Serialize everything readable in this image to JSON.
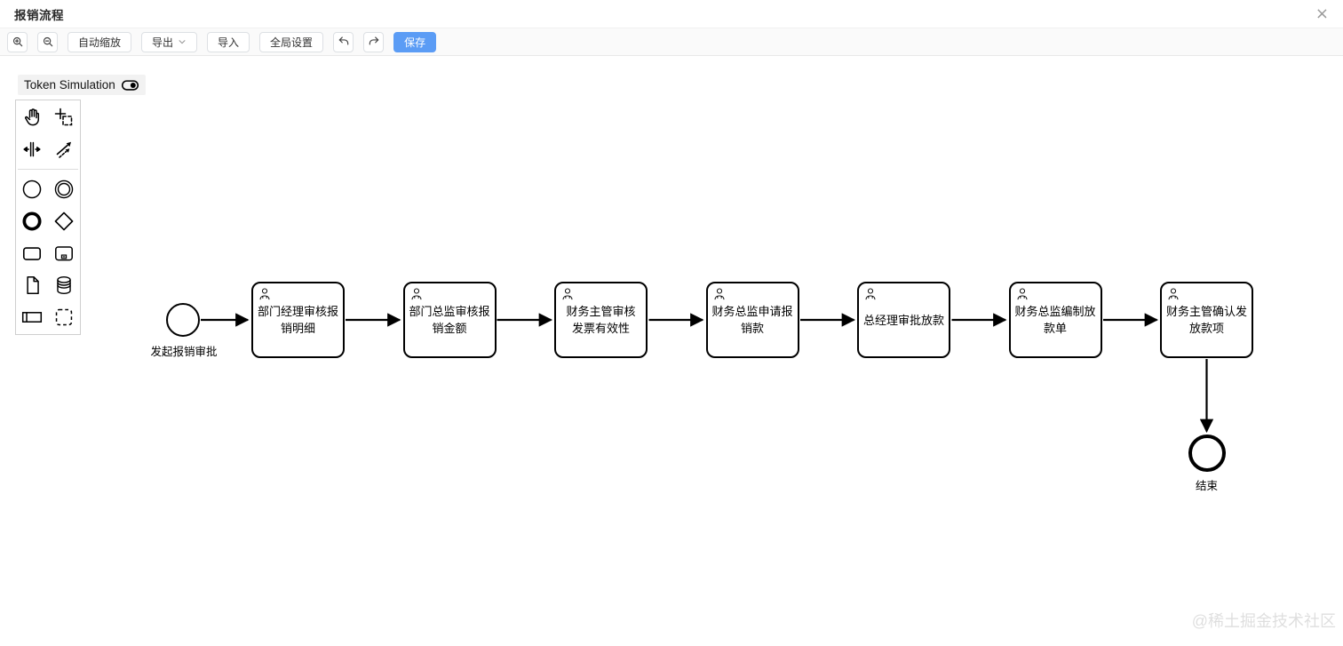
{
  "header": {
    "title": "报销流程",
    "close_glyph": "×"
  },
  "toolbar": {
    "zoom_in_icon": "magnifier-plus",
    "zoom_out_icon": "magnifier-minus",
    "auto_fit_label": "自动缩放",
    "export_label": "导出",
    "export_chevron_icon": "chevron-down",
    "import_label": "导入",
    "settings_label": "全局设置",
    "undo_icon": "undo-arrow",
    "redo_icon": "redo-arrow",
    "save_label": "保存",
    "accent_color": "#5b9cf5"
  },
  "token_simulation": {
    "label": "Token Simulation",
    "toggle_icon": "toggle-off"
  },
  "palette": {
    "items": [
      "hand-tool",
      "lasso-tool",
      "space-tool",
      "global-connect-tool",
      "create-start-event",
      "create-intermediate-event",
      "create-end-event",
      "create-gateway",
      "create-task",
      "create-subprocess",
      "create-data-object",
      "create-data-store",
      "create-participant",
      "create-group"
    ]
  },
  "diagram": {
    "start_event": {
      "label": "发起报销审批"
    },
    "tasks": [
      {
        "label": "部门经理审核报\n销明细"
      },
      {
        "label": "部门总监审核报\n销金额"
      },
      {
        "label": "财务主管审核\n发票有效性"
      },
      {
        "label": "财务总监申请报\n销款"
      },
      {
        "label": "总经理审批放款"
      },
      {
        "label": "财务总监编制放\n款单"
      },
      {
        "label": "财务主管确认发\n放款项"
      }
    ],
    "end_event": {
      "label": "结束"
    },
    "stroke_color": "#000000"
  },
  "watermark": {
    "text": "@稀土掘金技术社区"
  }
}
